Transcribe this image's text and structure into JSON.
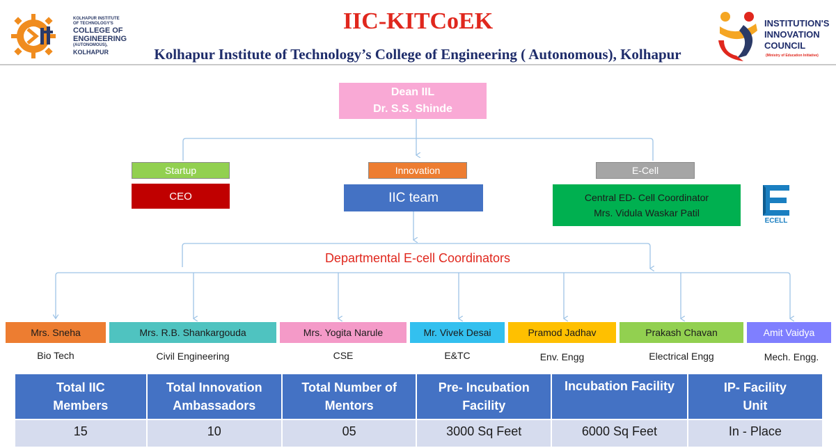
{
  "header": {
    "title": "IIC-KITCoEK",
    "subtitle": "Kolhapur Institute of Technology’s College of Engineering ( Autonomous), Kolhapur",
    "left_logo": {
      "line1": "KOLHAPUR INSTITUTE",
      "line2": "OF TECHNOLOGY'S",
      "line3": "COLLEGE OF",
      "line4": "ENGINEERING",
      "line5": "(AUTONOMOUS),",
      "line6": "KOLHAPUR"
    },
    "right_logo": {
      "line1": "INSTITUTION'S",
      "line2": "INNOVATION",
      "line3": "COUNCIL",
      "line4": "(Ministry of Education Initiative)"
    }
  },
  "dean": {
    "line1": "Dean IIL",
    "line2": "Dr. S.S. Shinde"
  },
  "branches": {
    "startup": {
      "tag": "Startup",
      "box": "CEO"
    },
    "innovation": {
      "tag": "Innovation",
      "box": "IIC team"
    },
    "ecell": {
      "tag": "E-Cell",
      "line1": "Central ED- Cell Coordinator",
      "line2": "Mrs. Vidula Waskar Patil"
    }
  },
  "ecell_logo": {
    "text": "ECELL"
  },
  "departmental_heading": "Departmental E-cell Coordinators",
  "departments": [
    {
      "coordinator": "Mrs. Sneha",
      "department": "Bio Tech"
    },
    {
      "coordinator": "Mrs. R.B. Shankargouda",
      "department": "Civil Engineering"
    },
    {
      "coordinator": "Mrs. Yogita Narule",
      "department": "CSE"
    },
    {
      "coordinator": "Mr. Vivek Desai",
      "department": "E&TC"
    },
    {
      "coordinator": "Pramod Jadhav",
      "department": "Env. Engg"
    },
    {
      "coordinator": "Prakash  Chavan",
      "department": "Electrical Engg"
    },
    {
      "coordinator": "Amit Vaidya",
      "department": "Mech. Engg."
    }
  ],
  "stats": {
    "headers": [
      {
        "l1": "Total IIC",
        "l2": "Members"
      },
      {
        "l1": "Total Innovation",
        "l2": "Ambassadors"
      },
      {
        "l1": "Total Number of",
        "l2": "Mentors"
      },
      {
        "l1": "Pre- Incubation",
        "l2": "Facility"
      },
      {
        "l1": "Incubation Facility",
        "l2": ""
      },
      {
        "l1": "IP- Facility",
        "l2": "Unit"
      }
    ],
    "values": [
      "15",
      "10",
      "05",
      "3000 Sq Feet",
      "6000 Sq Feet",
      "In - Place"
    ]
  },
  "colors": {
    "dean": "#f9a9d5",
    "startup_tag": "#92d050",
    "ceo": "#c00000",
    "innovation_tag": "#ed7d31",
    "iic_team": "#4472c4",
    "ecell_tag": "#a5a5a5",
    "central_ecell": "#00b050",
    "heading": "#e0271d",
    "table_header": "#4472c4",
    "table_row": "#d6dcee"
  }
}
